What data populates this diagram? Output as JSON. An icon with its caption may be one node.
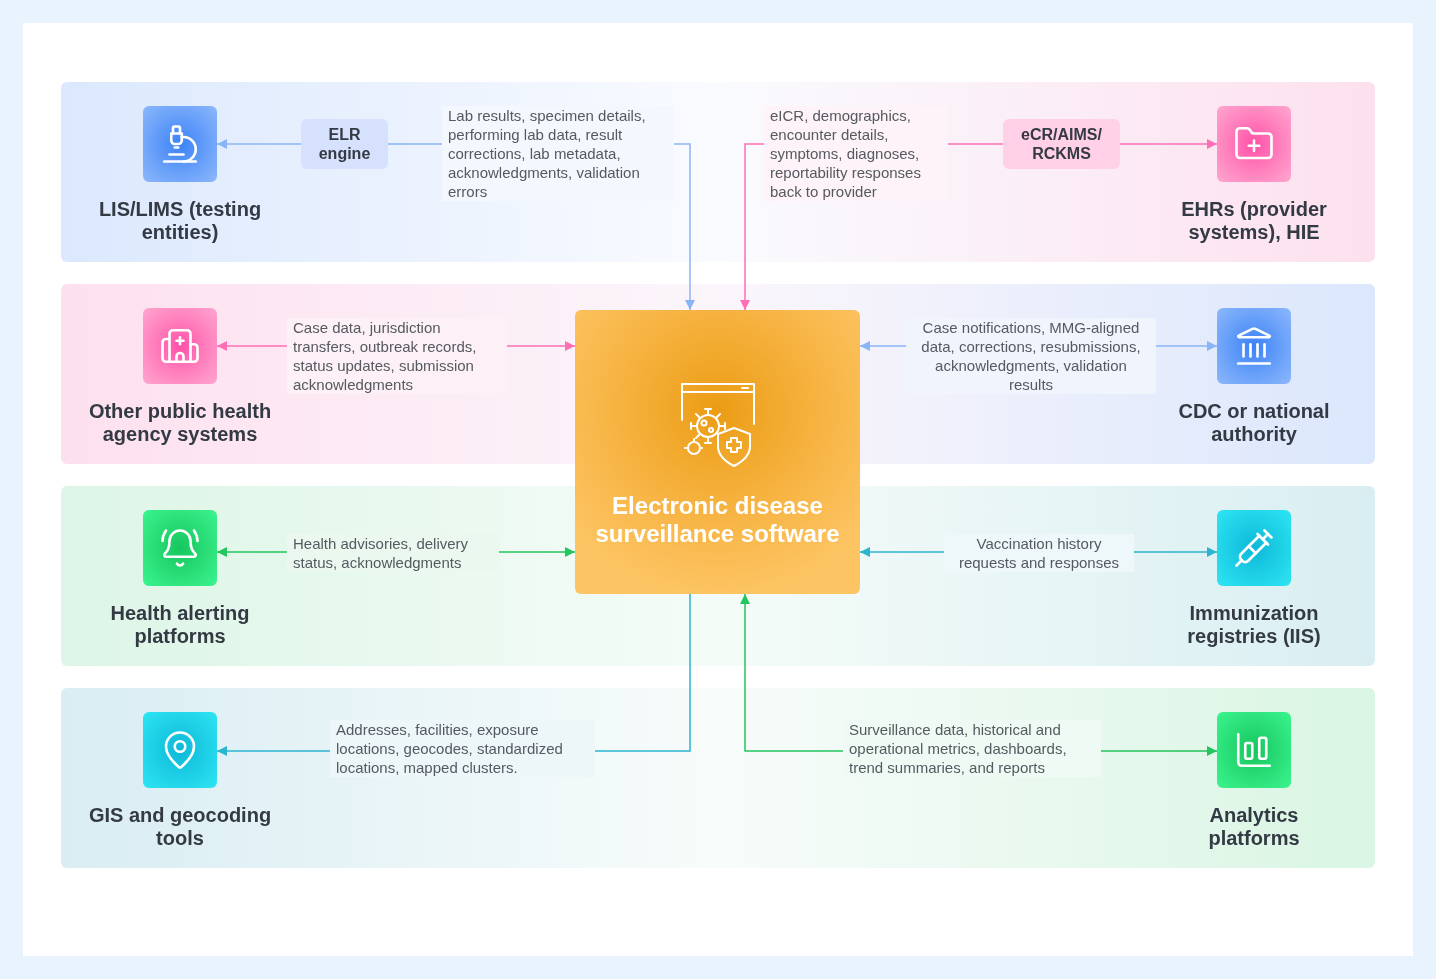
{
  "diagram": {
    "nodes": [
      {
        "text": [
          "Electronic disease surveillance software"
        ]
      },
      {
        "text": [
          "LIS/LIMS (testing entities)"
        ]
      },
      {
        "text": [
          "ELR engine"
        ]
      },
      {
        "text": [
          "EHRs (provider systems), HIE"
        ]
      },
      {
        "text": [
          "eCR/AIMS/ RCKMS"
        ]
      },
      {
        "text": [
          "Other public health agency systems"
        ]
      },
      {
        "text": [
          "CDC or national authority"
        ]
      },
      {
        "text": [
          "Health alerting platforms"
        ]
      },
      {
        "text": [
          "Immunization registries (IIS)"
        ]
      },
      {
        "text": [
          "GIS and geocoding tools"
        ]
      },
      {
        "text": [
          "Analytics platforms"
        ]
      }
    ],
    "edges": [
      {
        "from": 2,
        "to": 1,
        "arrow": "to",
        "color": "#8ab4f8"
      },
      {
        "from": 2,
        "to": 0,
        "arrow": "to",
        "color": "#8ab4f8",
        "label": "Lab results, specimen details, performing lab data, result corrections, lab metadata, acknowledgments, validation errors"
      },
      {
        "from": 4,
        "to": 3,
        "arrow": "to",
        "color": "#ff6fb5"
      },
      {
        "from": 4,
        "to": 0,
        "arrow": "to",
        "color": "#ff6fb5",
        "label": "eICR, demographics, encounter details, symptoms, diagnoses, reportability responses back to provider"
      },
      {
        "from": 5,
        "to": 0,
        "arrow": "both",
        "color": "#ff6fb5",
        "label": "Case data, jurisdiction transfers, outbreak records, status updates, submission acknowledgments"
      },
      {
        "from": 0,
        "to": 6,
        "arrow": "both",
        "color": "#8ab4f8",
        "label": "Case notifications, MMG-aligned data, corrections, resubmissions, acknowledgments, validation results"
      },
      {
        "from": 7,
        "to": 0,
        "arrow": "both",
        "color": "#22c55e",
        "label": "Health advisories, delivery status, acknowledgments"
      },
      {
        "from": 0,
        "to": 8,
        "arrow": "both",
        "color": "#2bb5cf",
        "label": "Vaccination history requests and responses"
      },
      {
        "from": 0,
        "to": 9,
        "arrow": "to",
        "color": "#2bb5cf",
        "label": "Addresses, facilities, exposure locations, geocodes, standardized locations, mapped clusters."
      },
      {
        "from": 0,
        "to": 10,
        "arrow": "both",
        "color": "#22c55e",
        "label": "Surveillance data, historical and operational metrics, dashboards, trend summaries, and reports"
      }
    ]
  }
}
